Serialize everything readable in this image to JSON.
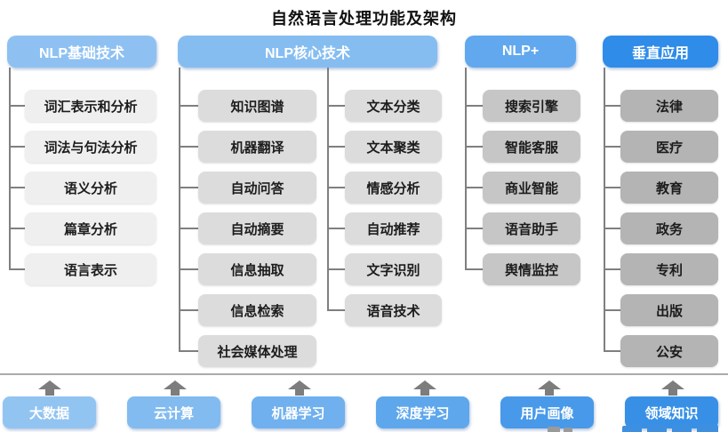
{
  "title": "自然语言处理功能及架构",
  "columns": [
    {
      "header": "NLP基础技术",
      "items": [
        "词汇表示和分析",
        "词法与句法分析",
        "语义分析",
        "篇章分析",
        "语言表示"
      ]
    },
    {
      "header": "NLP核心技术",
      "items_left": [
        "知识图谱",
        "机器翻译",
        "自动问答",
        "自动摘要",
        "信息抽取",
        "信息检索",
        "社会媒体处理"
      ],
      "items_right": [
        "文本分类",
        "文本聚类",
        "情感分析",
        "自动推荐",
        "文字识别",
        "语音技术"
      ]
    },
    {
      "header": "NLP+",
      "items": [
        "搜索引擎",
        "智能客服",
        "商业智能",
        "语音助手",
        "舆情监控"
      ]
    },
    {
      "header": "垂直应用",
      "items": [
        "法律",
        "医疗",
        "教育",
        "政务",
        "专利",
        "出版",
        "公安"
      ]
    }
  ],
  "foundation": {
    "items": [
      "大数据",
      "云计算",
      "机器学习",
      "深度学习",
      "用户画像",
      "领域知识"
    ]
  },
  "colors": {
    "header_blues": [
      "#8ec1f2",
      "#85bdf1",
      "#61a8ee",
      "#2f8ce9"
    ],
    "item_grays": [
      "#efefef",
      "#dcdcdc",
      "#c6c6c6",
      "#b4b4b4"
    ],
    "foundation_blues": [
      "#92c4f2",
      "#82bbf0",
      "#70b0ee",
      "#5ea7ec",
      "#4899e9",
      "#3890e6"
    ],
    "connector_gray": "#7f7f7f",
    "text_dark": "#1c1c1c",
    "text_light": "#ffffff"
  }
}
